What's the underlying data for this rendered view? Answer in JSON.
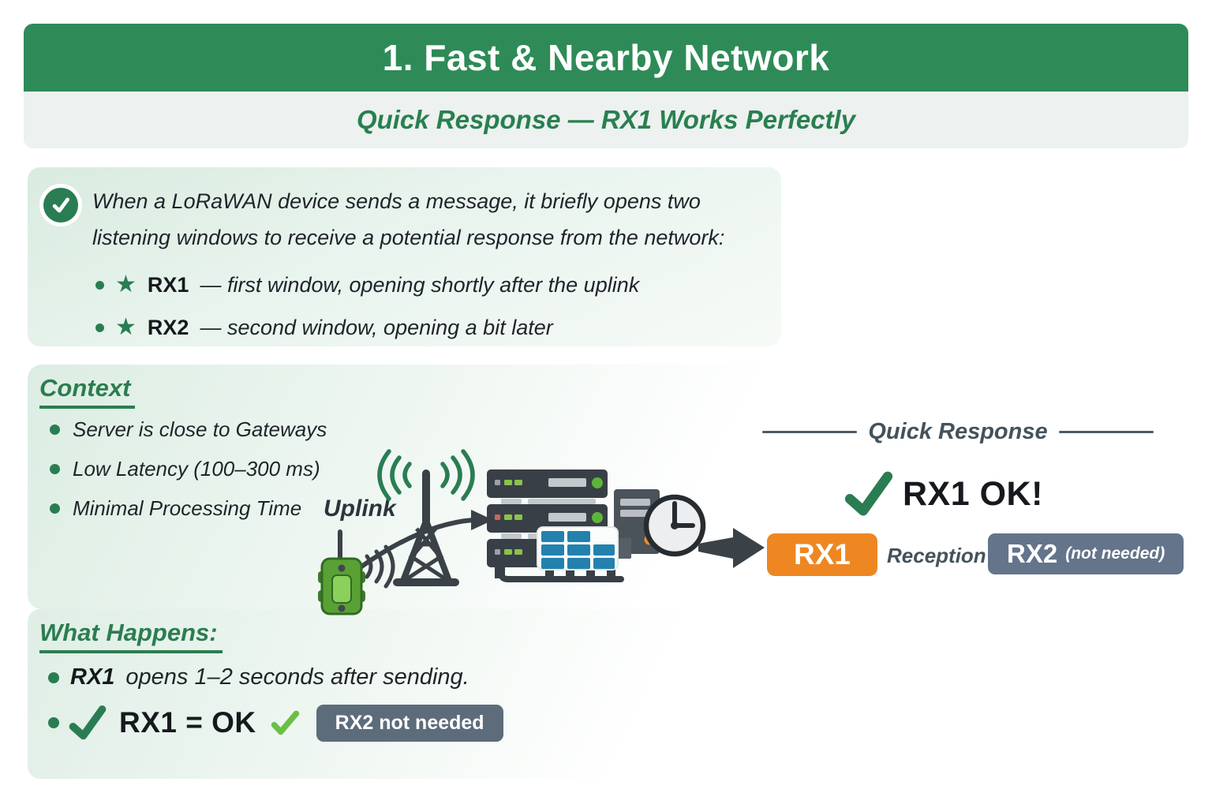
{
  "header": {
    "title": "1. Fast & Nearby Network",
    "subtitle": "Quick Response — RX1 Works Perfectly"
  },
  "icons": {
    "star": "★",
    "triangle_right": "▶"
  },
  "intro": {
    "paragraph": "When a LoRaWAN device sends a message, it briefly opens two listening windows to receive a potential response from the network:",
    "bullets": [
      {
        "term": "RX1",
        "desc": "— first window, opening shortly after the uplink"
      },
      {
        "term": "RX2",
        "desc": "— second window, opening a bit later"
      }
    ]
  },
  "context": {
    "heading": "Context",
    "bullets": [
      "Server is close to Gateways",
      "Low Latency (100–300 ms)",
      "Minimal Processing Time"
    ]
  },
  "diagram": {
    "uplink_label": "Uplink",
    "quick_response_title": "Quick Response",
    "rx1_ok": "RX1 OK!",
    "rx1_badge": "RX1",
    "reception_label": "Reception",
    "rx2_badge": "RX2",
    "rx2_note": "(not needed)"
  },
  "what_happens": {
    "heading": "What Happens:",
    "bullet1": {
      "term": "RX1",
      "rest": "opens 1–2 seconds after sending."
    },
    "bullet2": {
      "statement": "RX1 = OK",
      "badge": "RX2 not needed"
    }
  },
  "colors": {
    "header_green": "#2e8b57",
    "accent_green": "#2a7d52",
    "light_check_green": "#6abf47",
    "slate": "#44525c",
    "orange": "#ee8722",
    "badge_gray": "#64748b"
  }
}
